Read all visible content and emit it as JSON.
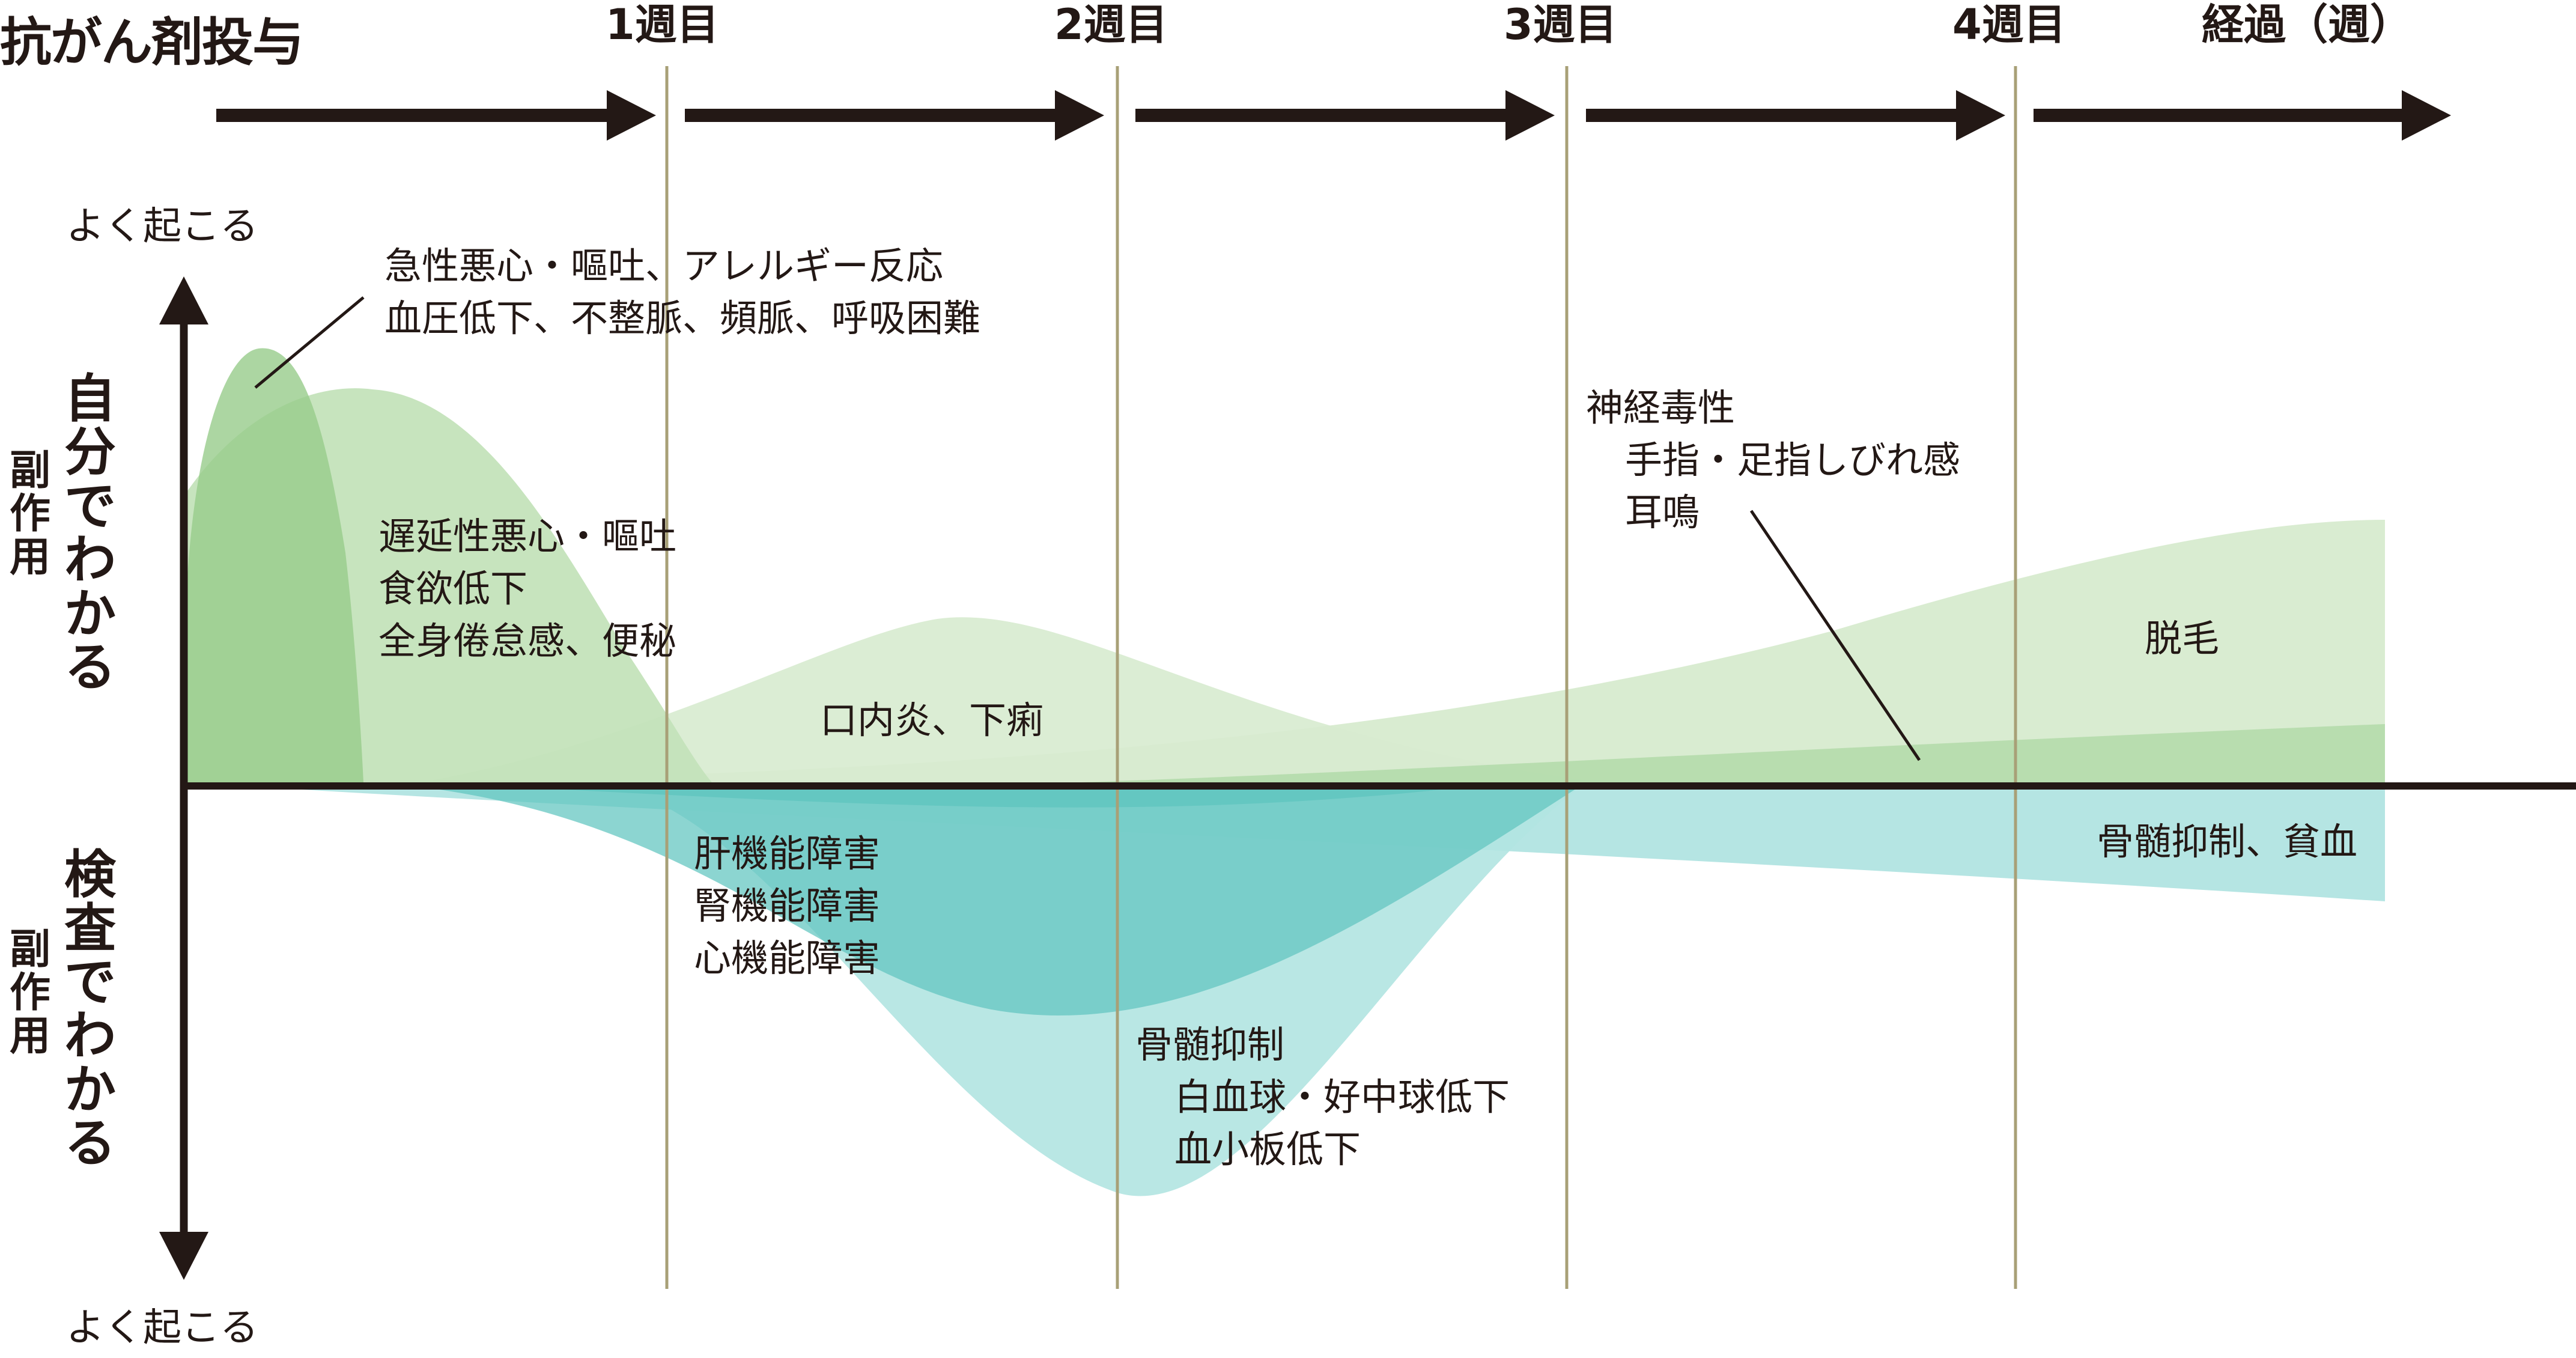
{
  "title": "抗がん剤投与",
  "timeline": {
    "weeks": [
      "1週目",
      "2週目",
      "3週目",
      "4週目"
    ],
    "end_label": "経過（週）"
  },
  "axis": {
    "top_label": "よく起こる",
    "bottom_label": "よく起こる",
    "upper_main": "自分でわかる",
    "upper_sub": "副作用",
    "lower_main": "検査でわかる",
    "lower_sub": "副作用"
  },
  "annotations": {
    "acute": {
      "line1": "急性悪心・嘔吐、アレルギー反応",
      "line2": "血圧低下、不整脈、頻脈、呼吸困難"
    },
    "delayed": {
      "line1": "遅延性悪心・嘔吐",
      "line2": "食欲低下",
      "line3": "全身倦怠感、便秘"
    },
    "mouth": "口内炎、下痢",
    "neuro": {
      "line1": "神経毒性",
      "line2": "手指・足指しびれ感",
      "line3": "耳鳴"
    },
    "hair": "脱毛",
    "organ": {
      "line1": "肝機能障害",
      "line2": "腎機能障害",
      "line3": "心機能障害"
    },
    "marrow": {
      "line1": "骨髄抑制",
      "line2": "白血球・好中球低下",
      "line3": "血小板低下"
    },
    "late_marrow": "骨髄抑制、貧血"
  },
  "colors": {
    "text": "#231815",
    "week_line": "#a8a077",
    "green_light": "#d7ebcf",
    "green_mid": "#b4dbab",
    "green_dark": "#97cc8b",
    "teal_light": "#b1e4e1",
    "teal_mid": "#7ed0cc",
    "teal_dark": "#4dbeb8"
  }
}
